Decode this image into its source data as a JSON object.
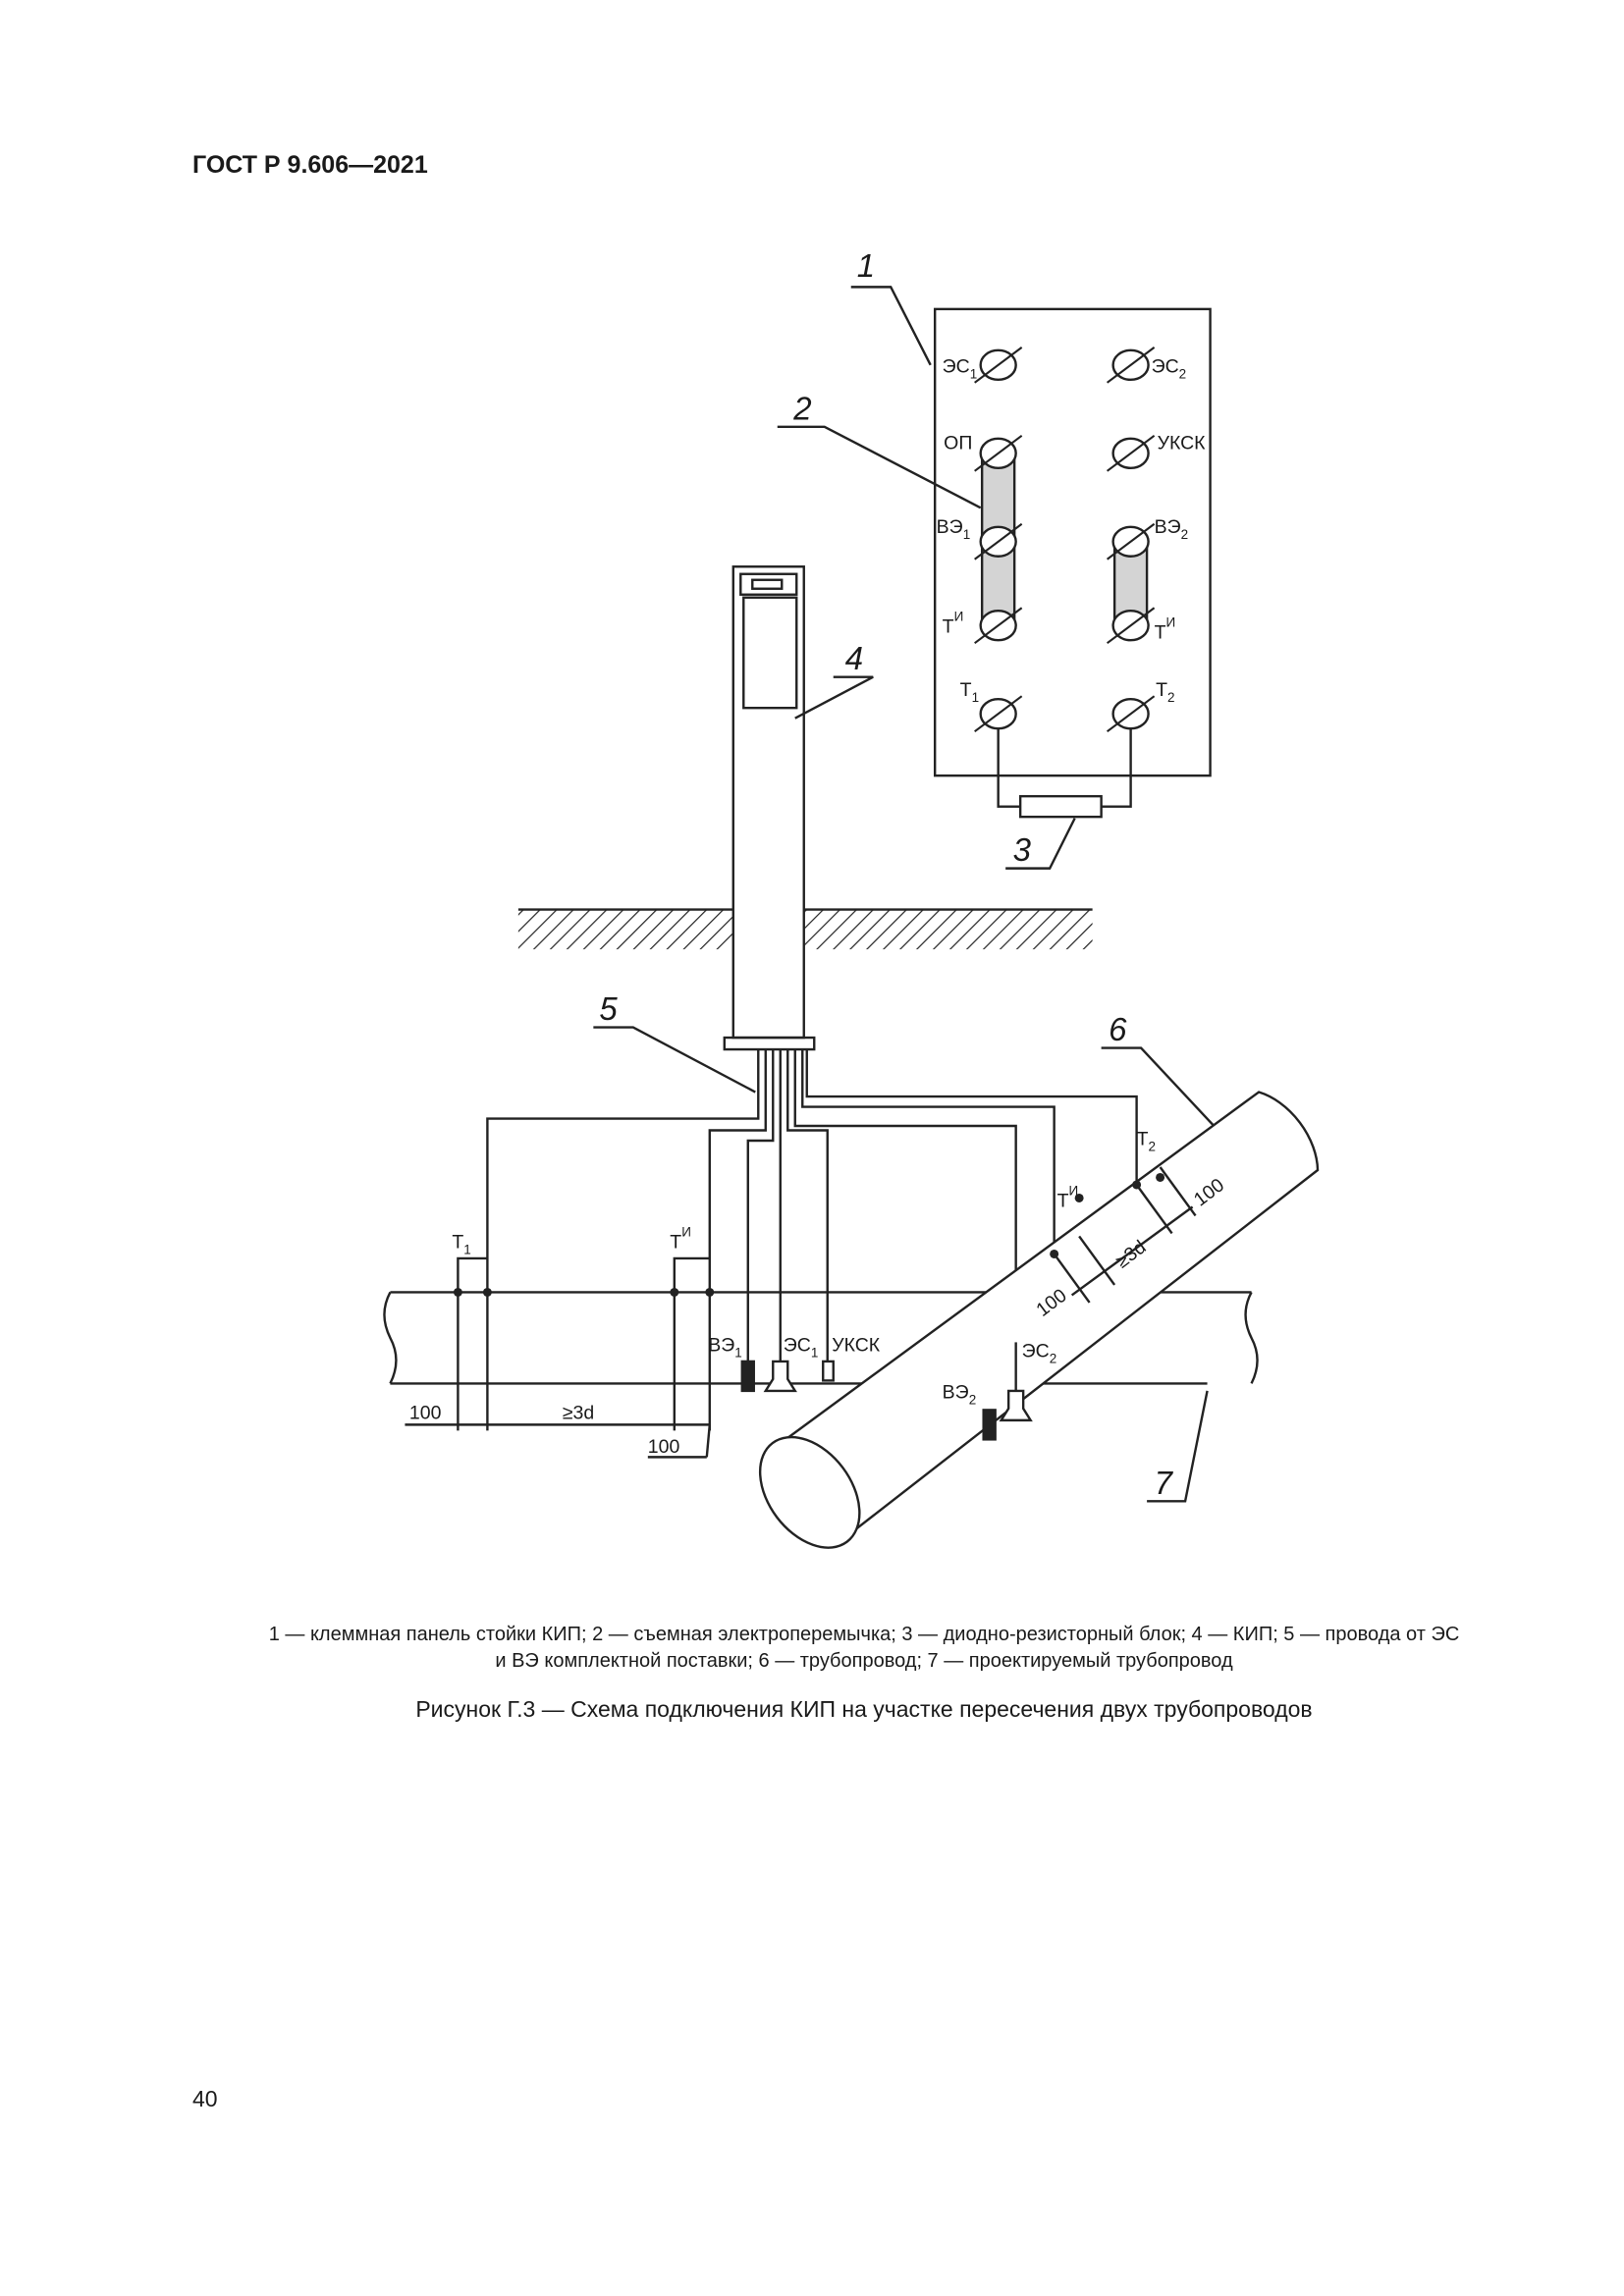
{
  "header": {
    "standard": "ГОСТ Р 9.606—2021"
  },
  "figure": {
    "callouts": [
      "1",
      "2",
      "3",
      "4",
      "5",
      "6",
      "7"
    ],
    "panel_terminals": {
      "es1": "ЭС",
      "es2": "ЭС",
      "op": "ОП",
      "uksk": "УКСК",
      "ve1": "ВЭ",
      "ve2": "ВЭ",
      "t1i": "Т",
      "t2i": "Т",
      "t1": "Т",
      "t2": "Т",
      "sub1": "1",
      "sub2": "2",
      "sup_i": "И"
    },
    "dimensions": {
      "d100": "100",
      "d3d": "≥3d"
    }
  },
  "legend": {
    "line1": "1 — клеммная панель стойки КИП; 2 — съемная электроперемычка; 3 — диодно-резисторный блок; 4 — КИП; 5 — провода от ЭС",
    "line2": "и ВЭ комплектной поставки;  6 — трубопровод; 7 — проектируемый трубопровод"
  },
  "caption": "Рисунок Г.3 — Схема подключения КИП на участке пересечения двух трубопроводов",
  "page_number": "40"
}
